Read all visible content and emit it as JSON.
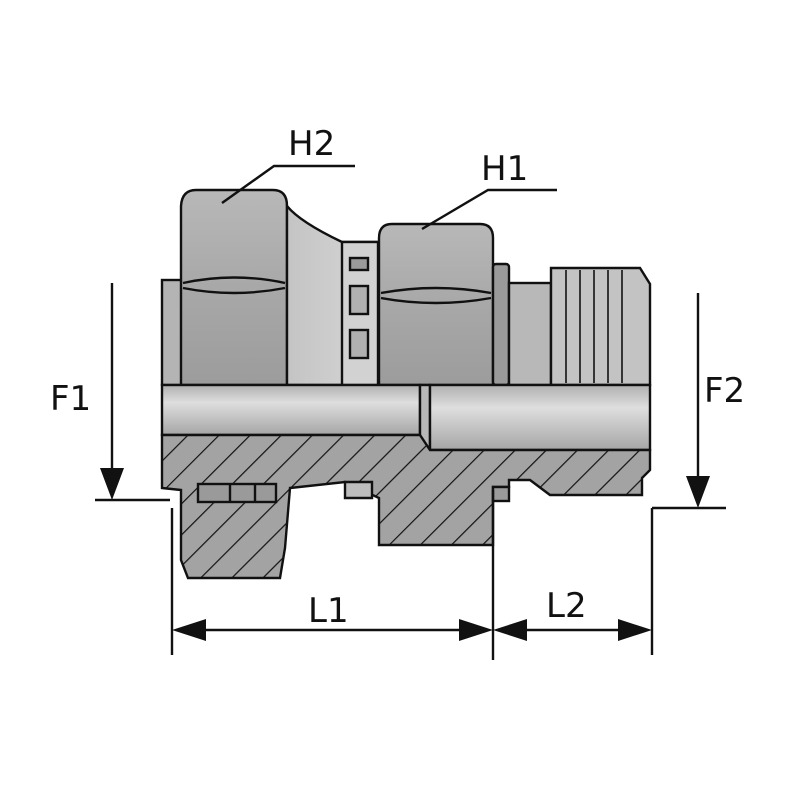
{
  "labels": {
    "h2": "H2",
    "h1": "H1",
    "f1": "F1",
    "f2": "F2",
    "l1": "L1",
    "l2": "L2"
  },
  "colors": {
    "steel_light": "#c6c6c6",
    "steel_mid": "#a9a9a9",
    "steel_dark": "#8f8f8f",
    "section_fill": "#a3a3a3",
    "line": "#111111",
    "background": "#ffffff"
  }
}
